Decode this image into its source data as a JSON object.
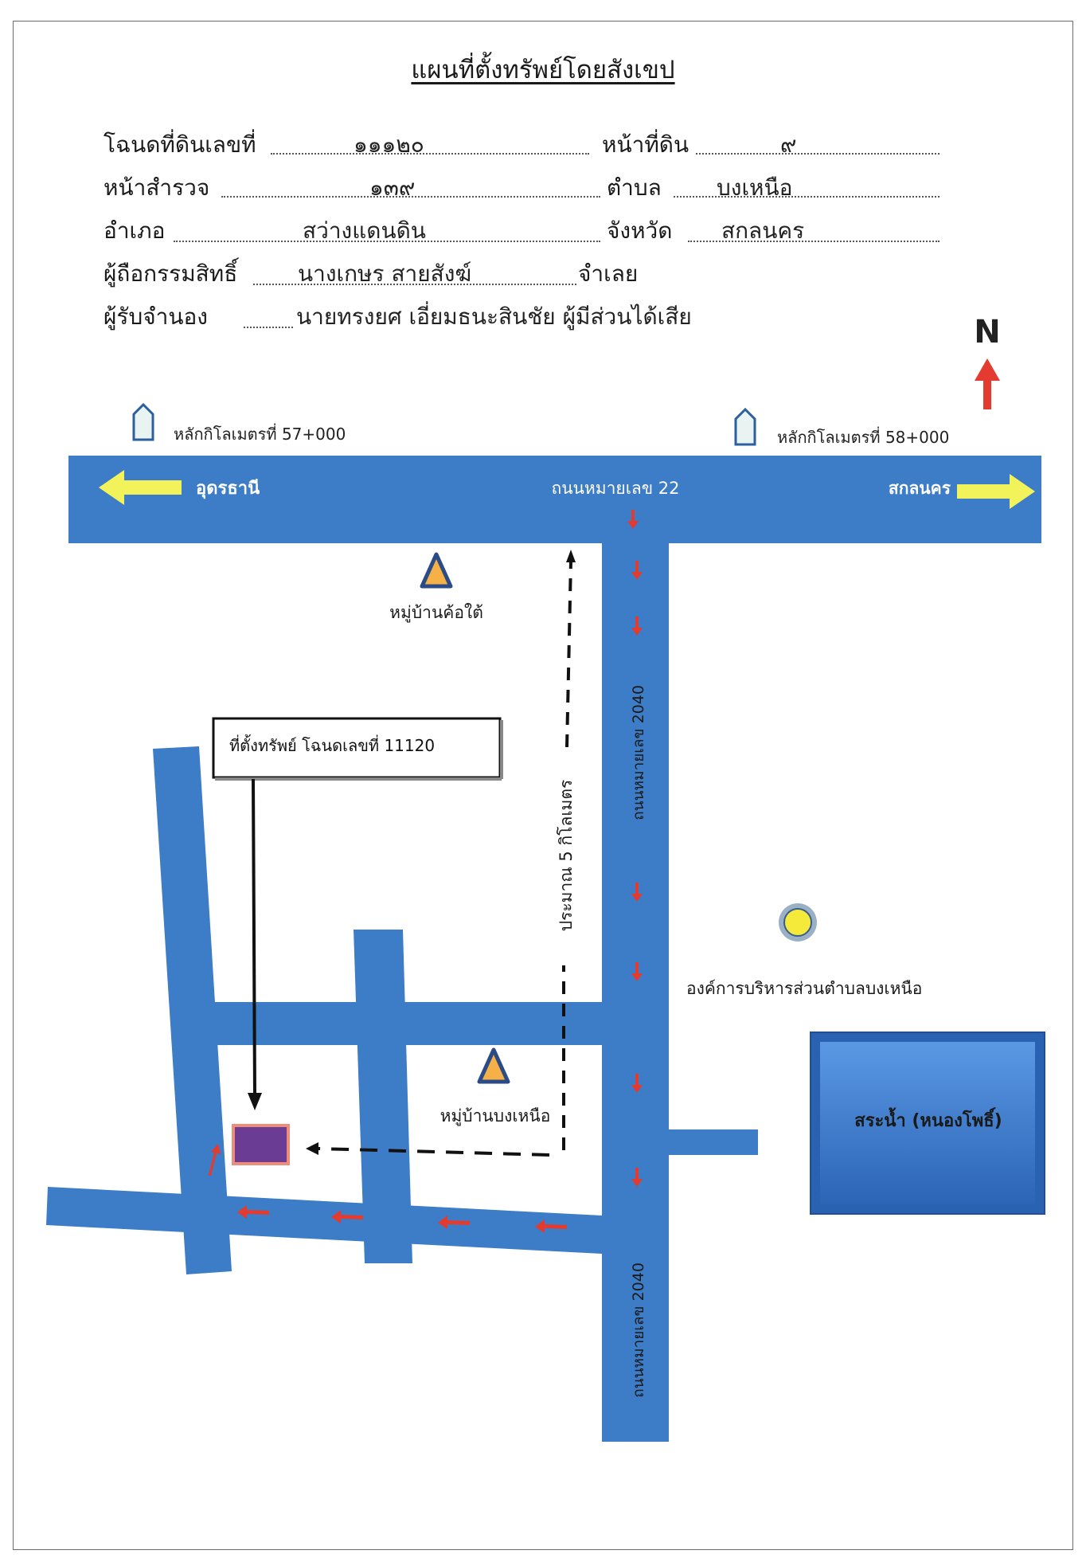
{
  "document": {
    "title": "แผนที่ตั้งทรัพย์โดยสังเขป"
  },
  "deed_info": {
    "deed_no_label": "โฉนดที่ดินเลขที่",
    "deed_no_value": "๑๑๑๒๐",
    "land_page_label": "หน้าที่ดิน",
    "land_page_value": "๙",
    "survey_page_label": "หน้าสำรวจ",
    "survey_page_value": "๑๓๙",
    "subdistrict_label": "ตำบล",
    "subdistrict_value": "บงเหนือ",
    "district_label": "อำเภอ",
    "district_value": "สว่างแดนดิน",
    "province_label": "จังหวัด",
    "province_value": "สกลนคร",
    "owner_label": "ผู้ถือกรรมสิทธิ์",
    "owner_value": "นางเกษร  สายสังฆ์",
    "defendant_label": "จำเลย",
    "mortgagee_label": "ผู้รับจำนอง",
    "mortgagee_value": "นายทรงยศ  เอี่ยมธนะสินชัย ผู้มีส่วนได้เสีย"
  },
  "map": {
    "north_label": "N",
    "km_marker_left": "หลักกิโลเมตรที่ 57+000",
    "km_marker_right": "หลักกิโลเมตรที่ 58+000",
    "main_road_label": "ถนนหมายเลข 22",
    "direction_west": "อุดรธานี",
    "direction_east": "สกลนคร",
    "vertical_road_label_top": "ถนนหมายเลข 2040",
    "vertical_road_label_bottom": "ถนนหมายเลข 2040",
    "village_north": "หมู่บ้านค้อใต้",
    "village_south": "หมู่บ้านบงเหนือ",
    "property_label": "ที่ตั้งทรัพย์ โฉนดเลขที่ 11120",
    "distance_label": "ประมาณ 5 กิโลเมตร",
    "tao_label": "องค์การบริหารส่วนตำบลบงเหนือ",
    "pond_label": "สระน้ำ (หนองโพธิ์)",
    "colors": {
      "road": "#3d7cc6",
      "road_label": "#ffffff",
      "direction_arrow": "#f2f25a",
      "red_arrow": "#e33b30",
      "north_arrow": "#e33b30",
      "property_fill": "#6a3c94",
      "property_border": "#f08d7a",
      "landmark_triangle": "#f5b048",
      "landmark_triangle_border": "#2a4b86",
      "tao_circle": "#f5ea39",
      "pond": "#3a7ad0",
      "km_marker": "#e9f4f2"
    }
  }
}
